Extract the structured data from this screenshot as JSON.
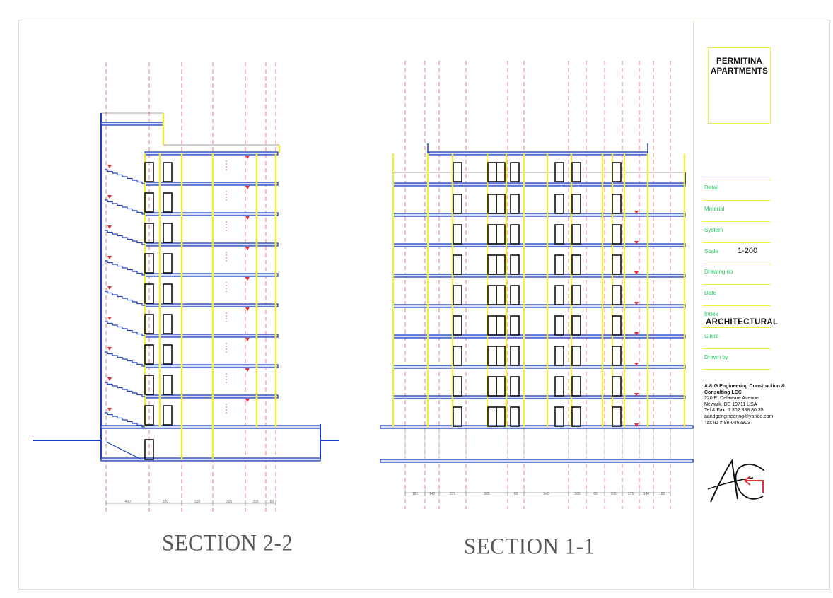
{
  "project": {
    "line1": "PERMITINA",
    "line2": "APARTMENTS"
  },
  "title_block": {
    "fields": [
      {
        "label": "Detail",
        "value": ""
      },
      {
        "label": "Material",
        "value": ""
      },
      {
        "label": "System",
        "value": ""
      },
      {
        "label": "Scale",
        "value": "1-200"
      },
      {
        "label": "Drawing no",
        "value": ""
      },
      {
        "label": "Date",
        "value": ""
      },
      {
        "label": "Index",
        "value": "ARCHITECTURAL"
      },
      {
        "label": "Client",
        "value": ""
      },
      {
        "label": "Drawn by",
        "value": ""
      }
    ]
  },
  "company": {
    "name_line1": "A & G Engineering Construction &",
    "name_line2": "Consulting LCC",
    "address1": "220 E. Delaware Avenue",
    "address2": "Newark, DE 19711 USA",
    "phone": "Tel & Fax: 1 302 338 80 35",
    "email": "aandgengineering@yahoo.com",
    "tax": "Tax ID # 98-0462903"
  },
  "logo": {
    "text": "AG"
  },
  "sections": [
    {
      "title": "SECTION 2-2",
      "dimensions": [
        "430",
        "320",
        "320",
        "305",
        "205",
        "160"
      ]
    },
    {
      "title": "SECTION 1-1",
      "dimensions": [
        "165",
        "140",
        "275",
        "305",
        "60",
        "340",
        "260",
        "60",
        "305",
        "275",
        "140",
        "165"
      ]
    }
  ],
  "colors": {
    "slab": "#1f3fbf",
    "wall": "#f2ef3a",
    "grid": "#e0606a",
    "door": "#111111",
    "label_green": "#22c55e",
    "title_grey": "#55585c"
  }
}
